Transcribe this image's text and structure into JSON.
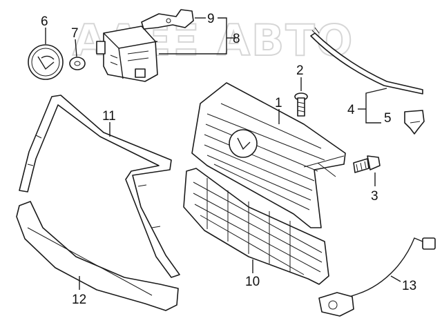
{
  "watermark": "ΑΛΕΞ ΑΒΤΟ",
  "callouts": [
    "1",
    "2",
    "3",
    "4",
    "5",
    "6",
    "7",
    "8",
    "9",
    "10",
    "11",
    "12",
    "13"
  ],
  "colors": {
    "ink": "#1a1a1a",
    "watermark": "#d6d6d6",
    "background": "#ffffff"
  }
}
